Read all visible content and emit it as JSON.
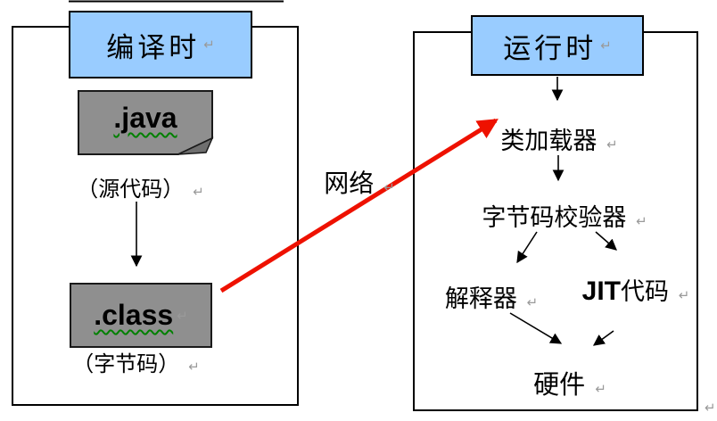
{
  "left_panel": {
    "header_label": "编译时",
    "java_file_label": ".java",
    "source_code_caption": "（源代码）",
    "class_file_label": ".class",
    "bytecode_caption": "（字节码）"
  },
  "connector": {
    "network_label": "网络"
  },
  "right_panel": {
    "header_label": "运行时",
    "class_loader_label": "类加载器",
    "bytecode_verifier_label": "字节码校验器",
    "interpreter_label": "解释器",
    "jit_latin": "JIT",
    "jit_cjk": "代码",
    "hardware_label": "硬件"
  },
  "marks": {
    "return_mark": "↵"
  },
  "colors": {
    "header_fill": "#99CCFF",
    "file_box_fill": "#8F8F8F",
    "red_arrow": "#EE1100",
    "spellcheck_squiggle": "#008000",
    "return_mark_gray": "#9A9A9A",
    "line_black": "#000000"
  }
}
